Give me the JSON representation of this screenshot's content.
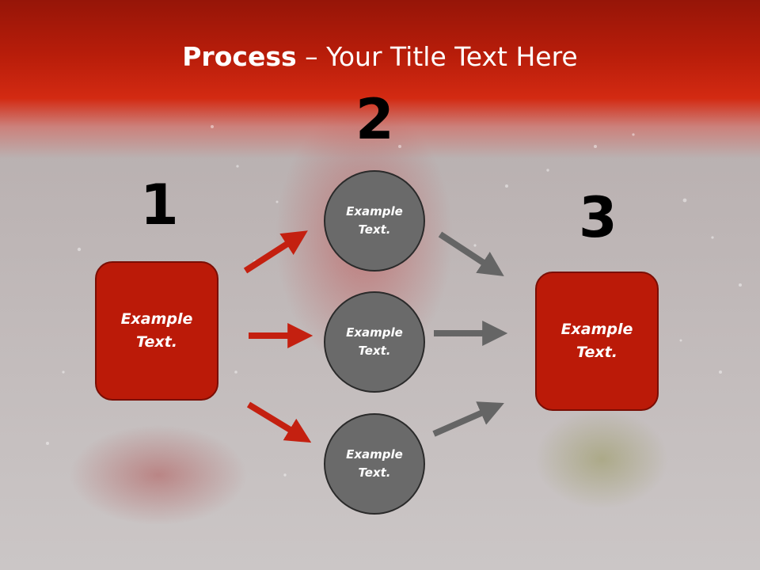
{
  "title": {
    "bold": "Process",
    "rest": " – Your Title Text Here"
  },
  "steps": [
    {
      "number": "1",
      "text": "Example Text."
    },
    {
      "number": "2",
      "nodes": [
        "Example Text.",
        "Example Text.",
        "Example Text."
      ]
    },
    {
      "number": "3",
      "text": "Example Text."
    }
  ],
  "colors": {
    "banner": "#c0200c",
    "box": "#bb1a08",
    "circle": "#6a6a6a",
    "red_arrow": "#c42010",
    "gray_arrow": "#656565"
  }
}
